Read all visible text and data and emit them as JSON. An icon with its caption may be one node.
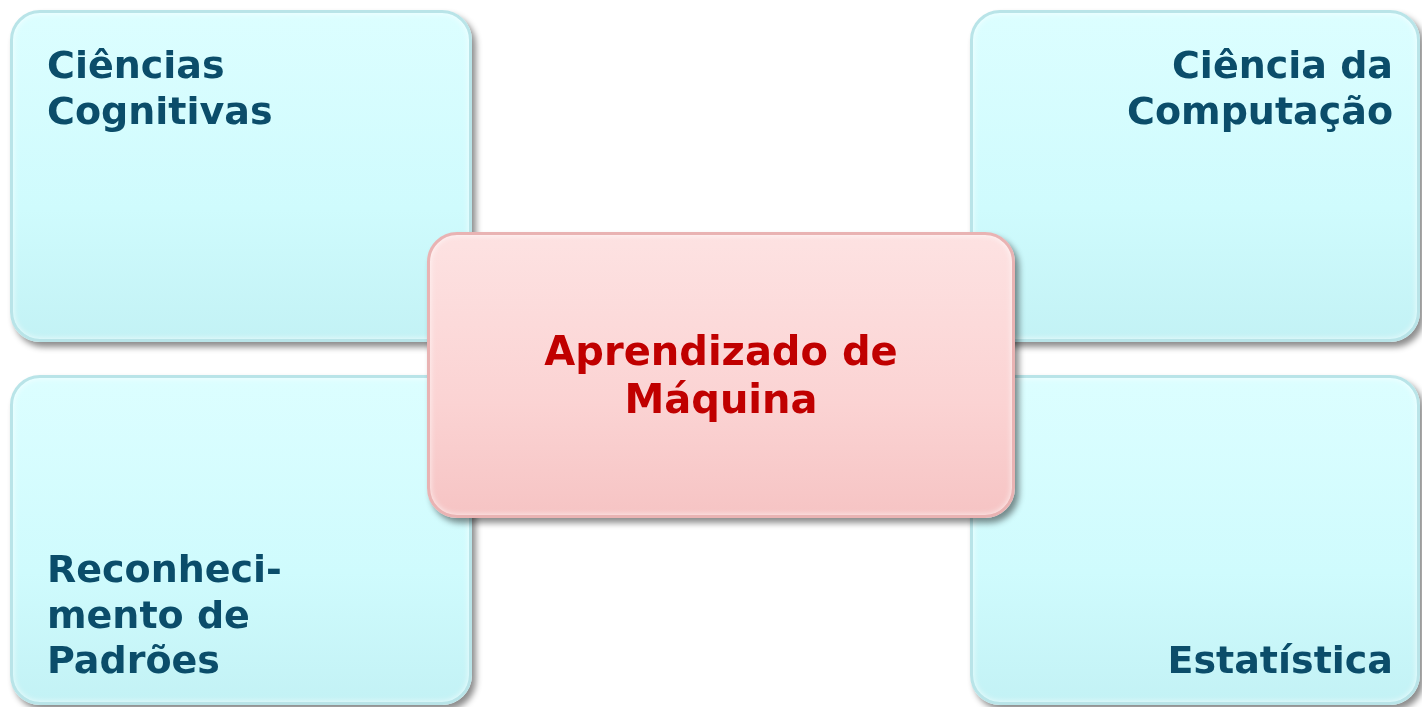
{
  "diagram": {
    "nodes": [
      {
        "text": [
          "Ciências Cognitivas"
        ]
      },
      {
        "text": [
          "Ciência da Computação"
        ]
      },
      {
        "text": [
          "Reconheci-mento de Padrões"
        ]
      },
      {
        "text": [
          "Estatística"
        ]
      },
      {
        "text": [
          "Aprendizado de Máquina"
        ]
      }
    ]
  }
}
